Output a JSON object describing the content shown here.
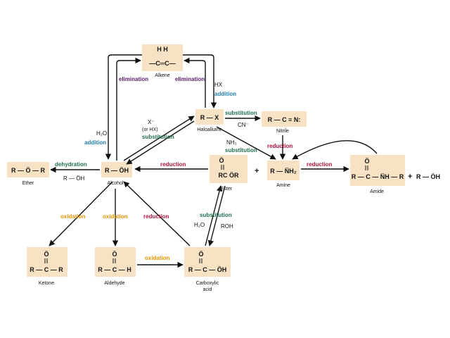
{
  "compounds": {
    "alkene": {
      "name": "Alkene",
      "formula_top": "H   H",
      "formula": "—C═C—"
    },
    "haloalkane": {
      "name": "Haloalkane",
      "formula": "R — X"
    },
    "nitrile": {
      "name": "Nitrile",
      "formula": "R — C ≡ N:"
    },
    "alcohol": {
      "name": "Alcohol",
      "formula": "R — ÖH"
    },
    "ether": {
      "name": "Ether",
      "formula": "R — Ö — R"
    },
    "ester": {
      "name": "Ester",
      "formula_top": "Ö",
      "formula": "RC   ÖR"
    },
    "amine": {
      "name": "Amine",
      "formula": "R — N̈H₂"
    },
    "amide": {
      "name": "Amide",
      "formula_top": "Ö",
      "formula": "R — C — N̈H — R"
    },
    "ketone": {
      "name": "Ketone",
      "formula_top": "Ö",
      "formula": "R — C — R"
    },
    "aldehyde": {
      "name": "Aldehyde",
      "formula_top": "Ö",
      "formula": "R — C — H"
    },
    "acid": {
      "name": "Carboxylic acid",
      "name1": "Carboxylic",
      "name2": "acid",
      "formula_top": "Ö",
      "formula": "R — C — ÖH"
    }
  },
  "reactions": {
    "elim_left": "elimination",
    "elim_right": "elimination",
    "hx": "HX",
    "addition_right": "addition",
    "h2o_left": "H₂O",
    "addition_left": "addition",
    "x_minus": "X⁻",
    "or_hx": "(or HX)",
    "subst_halo": "substitution",
    "subst_nitrile": "substitution",
    "cn_minus": "CN⁻",
    "nh3": "NH₃",
    "subst_amine": "substitution",
    "red_nitrile": "reduction",
    "red_ester": "reduction",
    "red_amide": "reduction",
    "dehydration": "dehydration",
    "r_oh_ether": "R — ÖH",
    "ox_ketone": "oxidation",
    "ox_aldehyde": "oxidation",
    "red_acid": "reduction",
    "ox_acid": "oxidation",
    "subst_ester": "substitution",
    "h2o_ester": "H₂O",
    "roh_ester": "ROH",
    "plus1": "+",
    "plus2": "+",
    "r_oh_amide": "R — ÖH"
  }
}
